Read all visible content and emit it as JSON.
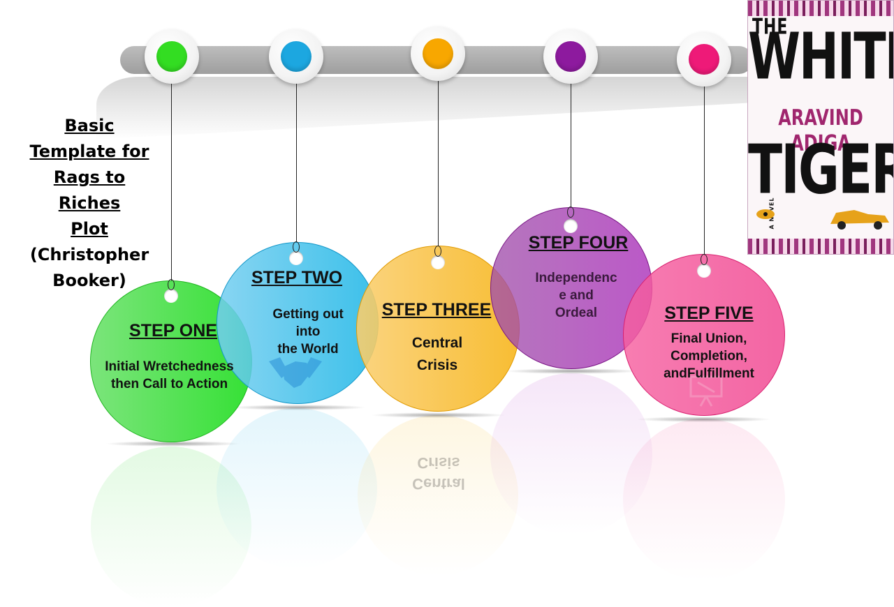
{
  "title": {
    "line1": "Basic",
    "line2": "Template for",
    "line3": "Rags to Riches",
    "line4": "Plot",
    "line5": "(Christopher",
    "line6": "Booker)"
  },
  "steps": [
    {
      "title": "STEP ONE",
      "body1": "Initial Wretchedness",
      "body2": "then Call to Action",
      "color": "#22dd22",
      "dot": "#33dd22"
    },
    {
      "title": "STEP TWO",
      "body1": "Getting out",
      "body2": "into",
      "body3": "the World",
      "color": "#19b5e6",
      "dot": "#1ca7e0",
      "icon": "handshake-icon"
    },
    {
      "title": "STEP THREE",
      "body1": "Central",
      "body2": "Crisis",
      "color": "#f7b417",
      "dot": "#f8a700"
    },
    {
      "title": "STEP FOUR",
      "body1": "Independenc",
      "body2": "e and",
      "body3": "Ordeal",
      "color": "#a22eb0",
      "dot": "#8d1a9e"
    },
    {
      "title": "STEP FIVE",
      "body1": "Final Union,",
      "body2": "Completion,",
      "body3": "andFulfillment",
      "color": "#f0438f",
      "dot": "#ee1a78"
    }
  ],
  "reflection_text": {
    "line1": "Crisis",
    "line2": "Central"
  },
  "book": {
    "word_the": "THE",
    "word_white": "WHITE",
    "author": "ARAVIND ADIGA",
    "word_tiger": "TIGER",
    "tag": "A NOVEL"
  }
}
